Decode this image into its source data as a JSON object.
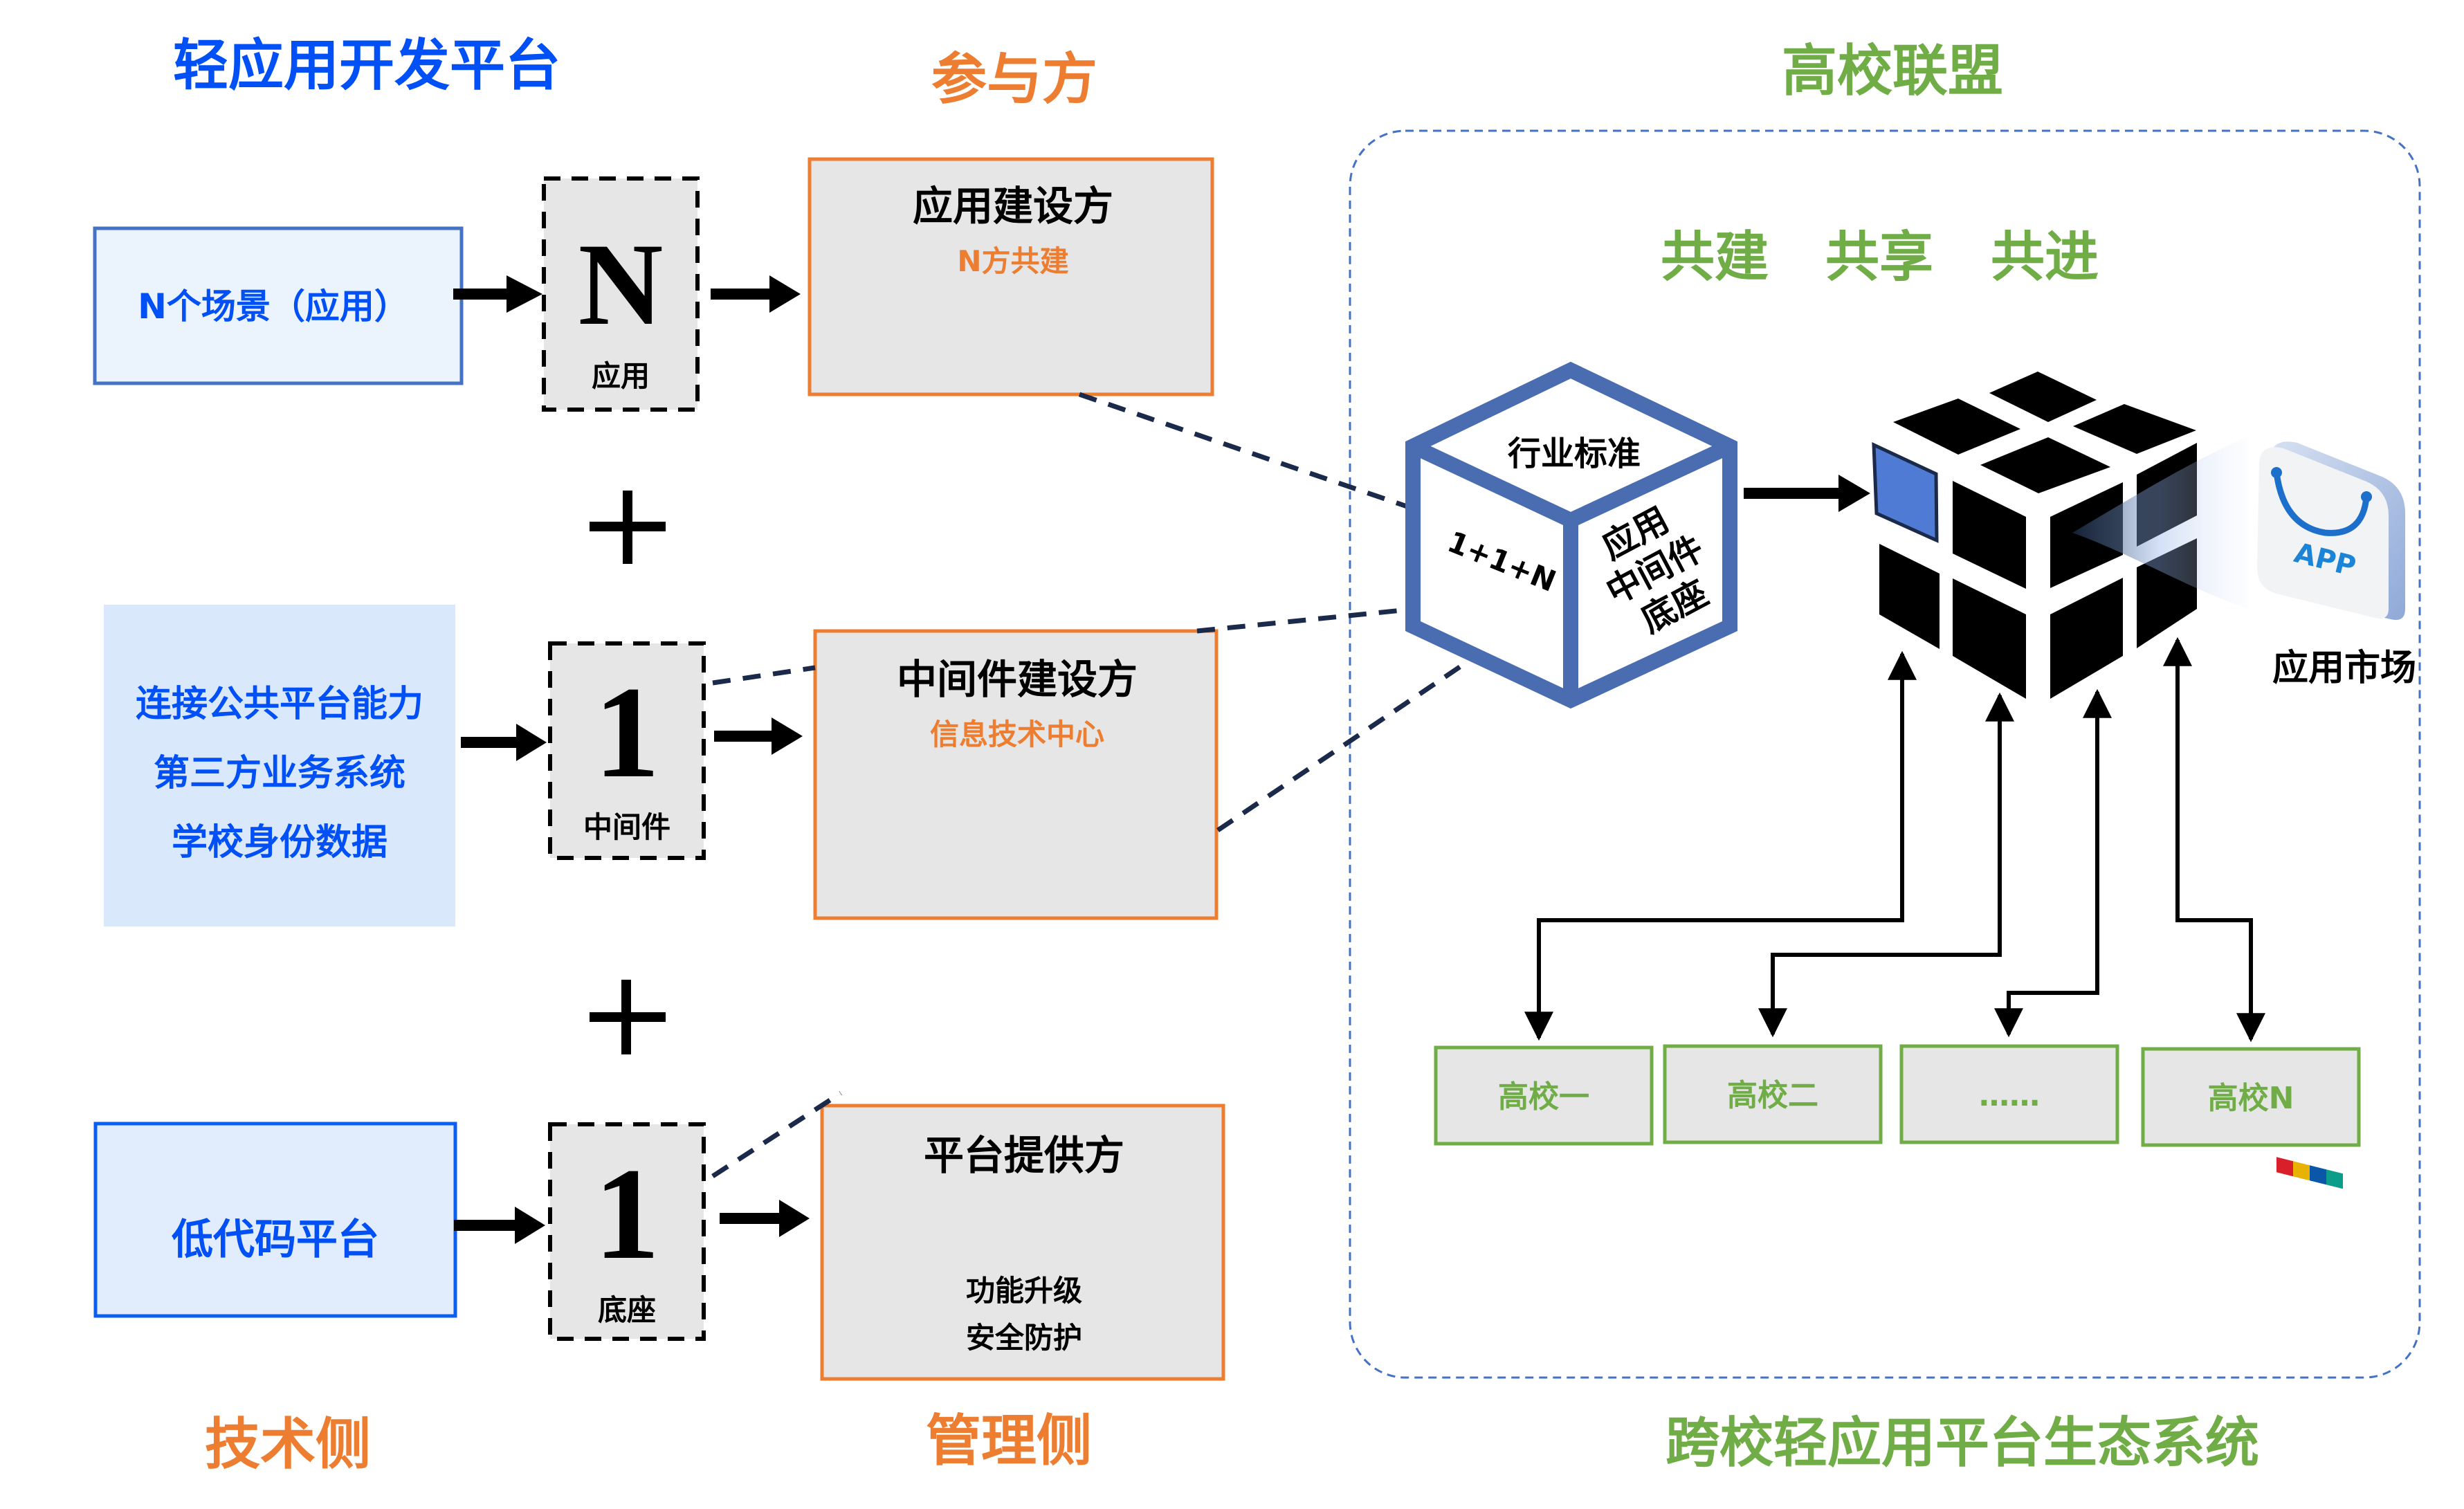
{
  "colors": {
    "brand_blue": "#0050F5",
    "box_blue_border": "#4472C4",
    "box_blue_fill": "#EBF3FD",
    "box_blue_fill_alt": "#DAE8FC",
    "box_blue_strong_border": "#0A5EF0",
    "orange": "#ED7D31",
    "green": "#70AD47",
    "gray_fill": "#E6E6E6",
    "cube_blue": "#4A6CB0",
    "navy_dash": "#1B2A4A",
    "sticker_blue": "#4F7BD5",
    "container_border": "#4472C4"
  },
  "headers": {
    "platform_title": "轻应用开发平台",
    "participants_title": "参与方",
    "alliance_title": "高校联盟",
    "tech_side": "技术侧",
    "management_side": "管理侧",
    "ecosystem_title": "跨校轻应用平台生态系统"
  },
  "left_column": [
    {
      "lines": [
        "N个场景（应用）"
      ]
    },
    {
      "lines": [
        "连接公共平台能力",
        "第三方业务系统",
        "学校身份数据"
      ]
    },
    {
      "lines": [
        "低代码平台"
      ]
    }
  ],
  "formula": {
    "operator": "+",
    "items": [
      {
        "symbol": "N",
        "caption": "应用"
      },
      {
        "symbol": "1",
        "caption": "中间件"
      },
      {
        "symbol": "1",
        "caption": "底座"
      }
    ]
  },
  "participants": [
    {
      "title": "应用建设方",
      "subtitle": "N方共建",
      "details": []
    },
    {
      "title": "中间件建设方",
      "subtitle": "信息技术中心",
      "details": []
    },
    {
      "title": "平台提供方",
      "subtitle": "",
      "details": [
        "功能升级",
        "安全防护"
      ]
    }
  ],
  "alliance": {
    "slogans": [
      "共建",
      "共享",
      "共进"
    ],
    "standard_cube": {
      "top": "行业标准",
      "left": "1+1+N",
      "right": [
        "应用",
        "中间件",
        "底座"
      ]
    },
    "app_market": {
      "icon_text": "APP",
      "icon_stripe_colors": [
        "#D9202A",
        "#E8B300",
        "#0A56A8",
        "#0B9C8A"
      ],
      "label": "应用市场"
    },
    "colleges": [
      "高校一",
      "高校二",
      "……",
      "高校N"
    ]
  }
}
